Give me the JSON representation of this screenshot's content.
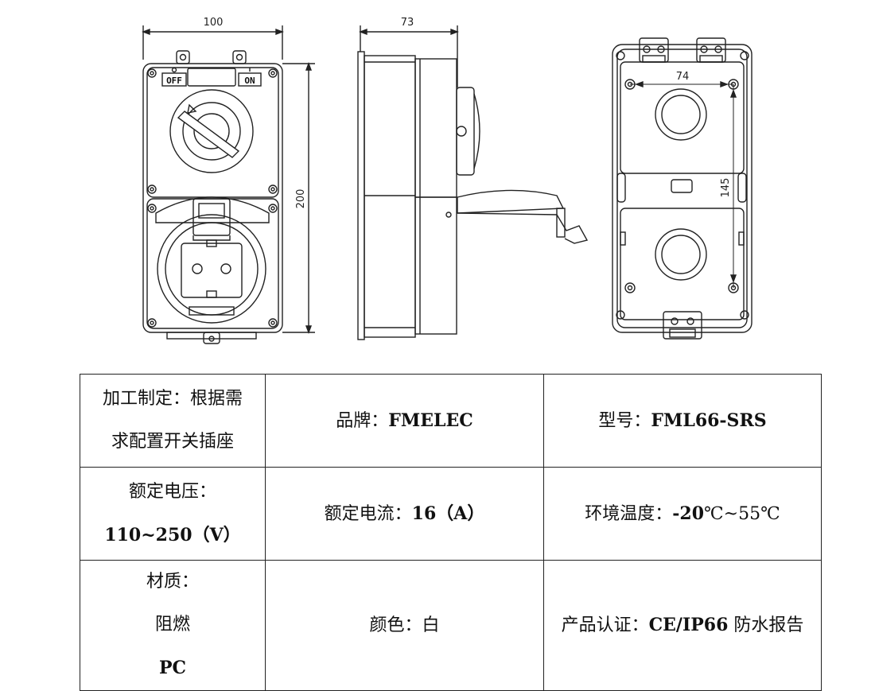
{
  "drawing": {
    "front": {
      "width_label": "100",
      "height_label": "200",
      "off_label": "OFF",
      "on_label": "ON"
    },
    "side": {
      "width_label": "73"
    },
    "back": {
      "hole_spacing_h": "74",
      "hole_spacing_v": "145"
    }
  },
  "specs": {
    "row1": {
      "c1_line1": "加工制定：根据需",
      "c1_line2": "求配置开关插座",
      "c2_label": "品牌：",
      "c2_value": "FMELEC",
      "c3_label": "型号：",
      "c3_value": "FML66-SRS"
    },
    "row2": {
      "c1_line1": "额定电压：",
      "c1_value": "110~250",
      "c1_unit": "（V）",
      "c2_label": "额定电流：",
      "c2_value": "16",
      "c2_unit": "（A）",
      "c3_label": "环境温度：",
      "c3_value": "-20",
      "c3_rest": "℃~55℃"
    },
    "row3": {
      "c1_line1": "材质：",
      "c1_line2a": "阻燃 ",
      "c1_line2b": "PC",
      "c2_label": "颜色：",
      "c2_value": "白",
      "c3_label": "产品认证：",
      "c3_value": "CE/IP66",
      "c3_rest": " 防水报告"
    }
  }
}
